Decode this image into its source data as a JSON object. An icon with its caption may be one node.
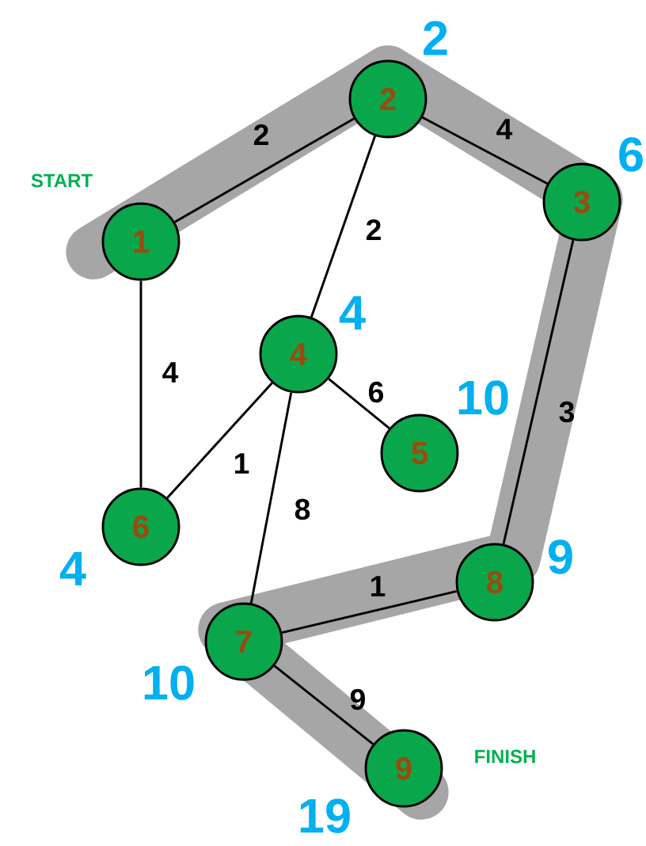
{
  "diagram": {
    "nodes": [
      {
        "text": [
          "1"
        ],
        "beside": [
          "START"
        ]
      },
      {
        "text": [
          "2"
        ],
        "beside": [
          "2"
        ]
      },
      {
        "text": [
          "3"
        ],
        "beside": [
          "6"
        ]
      },
      {
        "text": [
          "4"
        ],
        "beside": [
          "4"
        ]
      },
      {
        "text": [
          "5"
        ],
        "beside": [
          "10"
        ]
      },
      {
        "text": [
          "6"
        ],
        "beside": [
          "4"
        ]
      },
      {
        "text": [
          "7"
        ],
        "beside": [
          "10"
        ]
      },
      {
        "text": [
          "8"
        ],
        "beside": [
          "9"
        ]
      },
      {
        "text": [
          "9"
        ],
        "beside": [
          "19",
          "FINISH"
        ]
      }
    ],
    "edges": [
      {
        "from": 0,
        "to": 1,
        "arrow": "none",
        "label": "2"
      },
      {
        "from": 1,
        "to": 2,
        "arrow": "none",
        "label": "4"
      },
      {
        "from": 1,
        "to": 3,
        "arrow": "none",
        "label": "2"
      },
      {
        "from": 0,
        "to": 5,
        "arrow": "none",
        "label": "4"
      },
      {
        "from": 3,
        "to": 4,
        "arrow": "none",
        "label": "6"
      },
      {
        "from": 3,
        "to": 5,
        "arrow": "none",
        "label": "1"
      },
      {
        "from": 3,
        "to": 6,
        "arrow": "none",
        "label": "8"
      },
      {
        "from": 2,
        "to": 7,
        "arrow": "none",
        "label": "3"
      },
      {
        "from": 6,
        "to": 7,
        "arrow": "none",
        "label": "1"
      },
      {
        "from": 6,
        "to": 8,
        "arrow": "none",
        "label": "9"
      }
    ]
  }
}
